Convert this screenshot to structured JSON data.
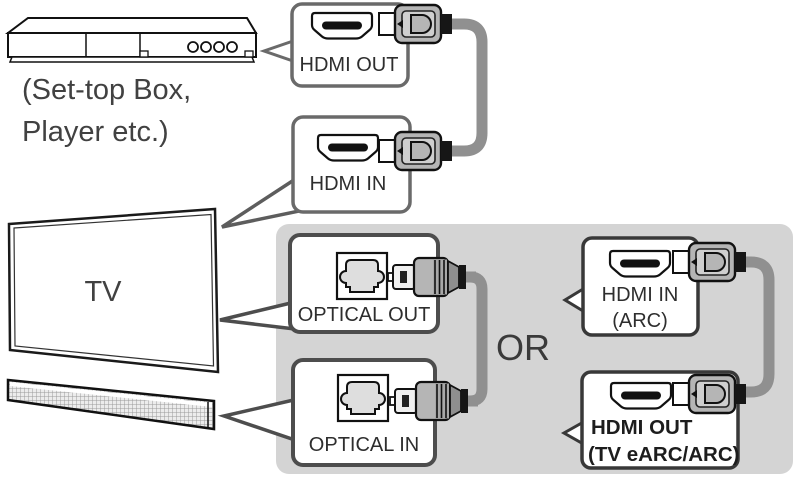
{
  "diagram": {
    "source_device": {
      "label_line1": "(Set-top Box,",
      "label_line2": "Player etc.)"
    },
    "tv": {
      "label": "TV"
    },
    "or_label": "OR",
    "callouts": {
      "hdmi_out": {
        "label": "HDMI OUT"
      },
      "hdmi_in": {
        "label": "HDMI IN"
      },
      "optical_out": {
        "label": "OPTICAL OUT"
      },
      "optical_in": {
        "label": "OPTICAL IN"
      },
      "hdmi_in_arc": {
        "label_line1": "HDMI IN",
        "label_line2": "(ARC)"
      },
      "hdmi_out_arc": {
        "label_line1": "HDMI OUT",
        "label_line2": "(TV eARC/ARC)"
      }
    },
    "icons": [
      "hdmi-port-icon",
      "hdmi-plug-icon",
      "optical-port-icon",
      "optical-plug-icon",
      "set-top-box-icon",
      "tv-icon",
      "soundbar-icon"
    ],
    "colors": {
      "panel": "#d4d4d4",
      "cable": "#909090",
      "outline": "#111111",
      "callout_border_gray": "#6a6a6a",
      "callout_border_mid": "#4d4d4d",
      "callout_border_dark": "#383838",
      "text": "#3e3e3e"
    }
  }
}
